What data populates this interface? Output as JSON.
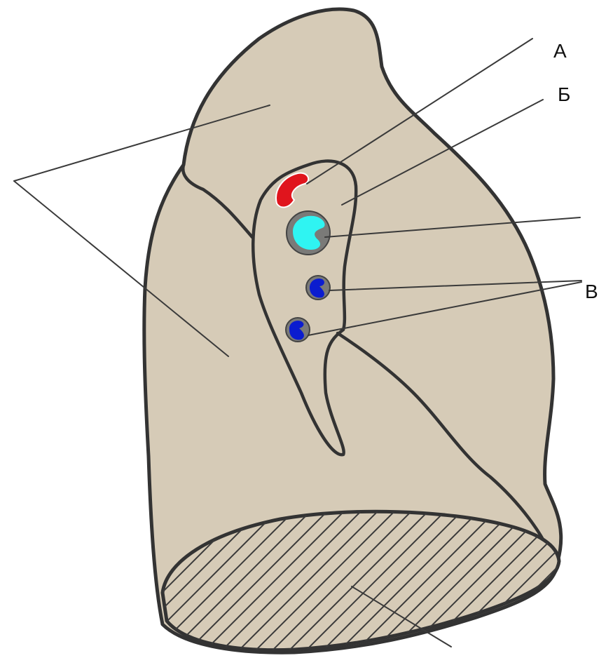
{
  "labels": {
    "a": "А",
    "b": "Б",
    "v": "В"
  },
  "colors": {
    "lung_surface": "#d6cbb7",
    "outline": "#333333",
    "artery": "#e0151d",
    "vein_light": "#2ff4f2",
    "vein_dark": "#0b1ccf",
    "hatch": "#3a3a3a"
  }
}
